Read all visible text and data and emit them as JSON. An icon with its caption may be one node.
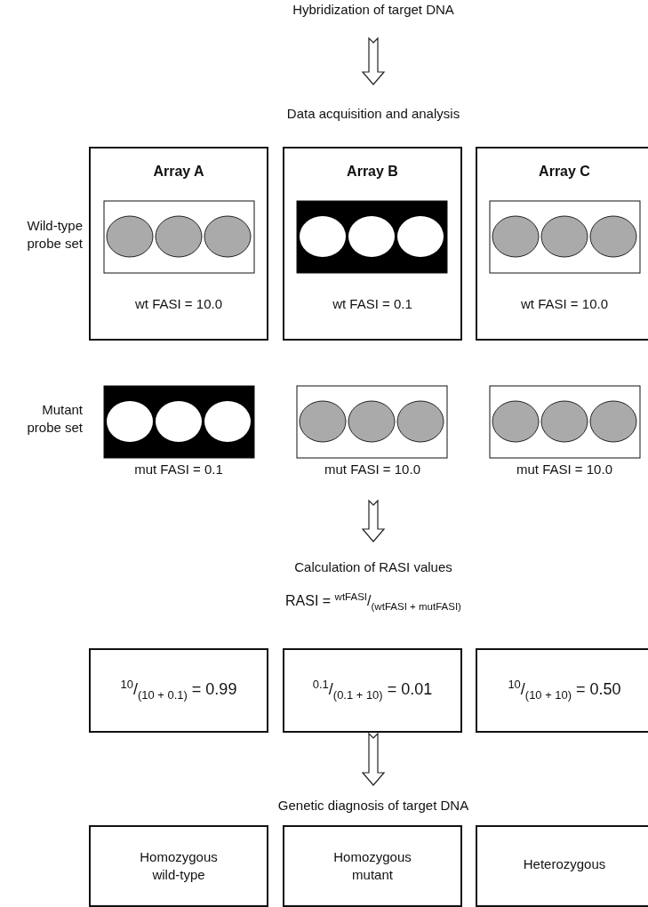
{
  "diagram": {
    "nodes": [
      {
        "text": [
          "Hybridization of target DNA"
        ]
      },
      {
        "text": [
          "Data acquisition and analysis"
        ]
      },
      {
        "text": [
          "Array A",
          "wt FASI = 10.0"
        ]
      },
      {
        "text": [
          "Array B",
          "wt FASI = 0.1"
        ]
      },
      {
        "text": [
          "Array C",
          "wt FASI = 10.0"
        ]
      },
      {
        "text": [
          "Calculation of RASI values"
        ]
      },
      {
        "text": [
          "$^{10}$/$_{(10 + 0.1)}$ = 0.99"
        ]
      },
      {
        "text": [
          "$^{0.1}$/$_{(0.1 + 10)}$ = 0.01"
        ]
      },
      {
        "text": [
          "$^{10}$/$_{(10 + 10)}$ = 0.50"
        ]
      },
      {
        "text": [
          "Genetic diagnosis of target DNA"
        ]
      },
      {
        "text": [
          "Homozygous wild-type"
        ]
      },
      {
        "text": [
          "Homozygous mutant"
        ]
      },
      {
        "text": [
          "Heterozygous"
        ]
      }
    ],
    "edges": [
      {
        "from": 0,
        "to": 1,
        "arrow": "to"
      },
      {
        "from": null,
        "to": 5,
        "arrow": "to"
      },
      {
        "from": 7,
        "to": 9,
        "arrow": "to"
      }
    ],
    "labels": [
      "Wild-type probe set",
      "Mutant probe set",
      "mut FASI = 0.1",
      "mut FASI = 10.0",
      "mut FASI = 10.0",
      "RASI = $^{wtFASI}$/$_{(wtFASI + mutFASI)}$"
    ]
  }
}
